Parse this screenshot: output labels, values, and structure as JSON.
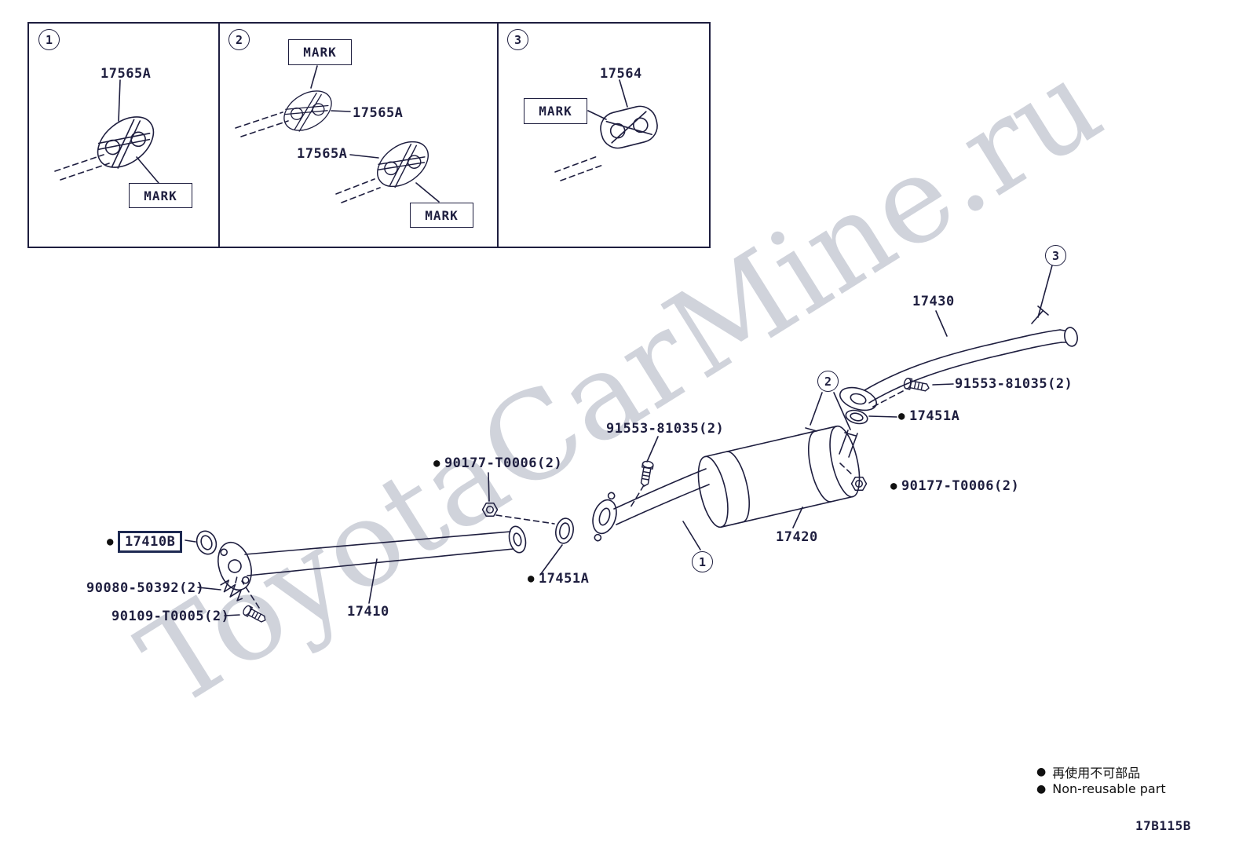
{
  "watermark": {
    "text": "ToyotaCarMine.ru"
  },
  "insets": {
    "panel1": {
      "callout": "1",
      "part_label": "17565A",
      "mark_label": "MARK"
    },
    "panel2": {
      "callout": "2",
      "mark_top_label": "MARK",
      "part_right_label": "17565A",
      "part_left_label": "17565A",
      "mark_bottom_label": "MARK"
    },
    "panel3": {
      "callout": "3",
      "part_label": "17564",
      "mark_label": "MARK"
    }
  },
  "main": {
    "callout1": "1",
    "callout2": "2",
    "callout3": "3",
    "labels": {
      "tail_pipe": "17430",
      "tail_bolt": "91553-81035(2)",
      "tail_gasket": "17451A",
      "mid_bolt": "91553-81035(2)",
      "front_nut": "90177-T0006(2)",
      "rear_nut": "90177-T0006(2)",
      "muffler": "17420",
      "mid_gasket": "17451A",
      "front_gasket": "17410B",
      "front_spring": "90080-50392(2)",
      "front_bolt": "90109-T0005(2)",
      "front_pipe": "17410"
    }
  },
  "icons": {
    "non_reusable_dot": "●"
  },
  "legend": {
    "jp": "再使用不可部品",
    "en": "Non-reusable part"
  },
  "drawing_number": "17B115B"
}
